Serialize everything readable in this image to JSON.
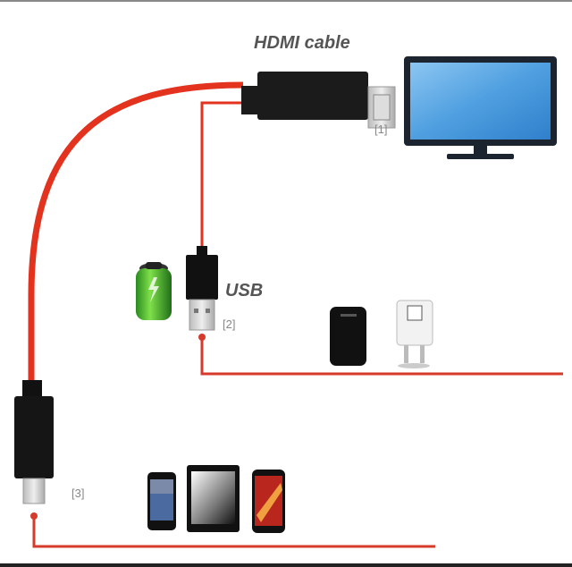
{
  "labels": {
    "hdmi": "HDMI cable",
    "usb": "USB",
    "ref1": "[1]",
    "ref2": "[2]",
    "ref3": "[3]"
  },
  "colors": {
    "cable": "#e3321e",
    "connector": "#1b1b1b",
    "tv_screen": "#4f9fe0",
    "battery": "#3aa83a"
  }
}
